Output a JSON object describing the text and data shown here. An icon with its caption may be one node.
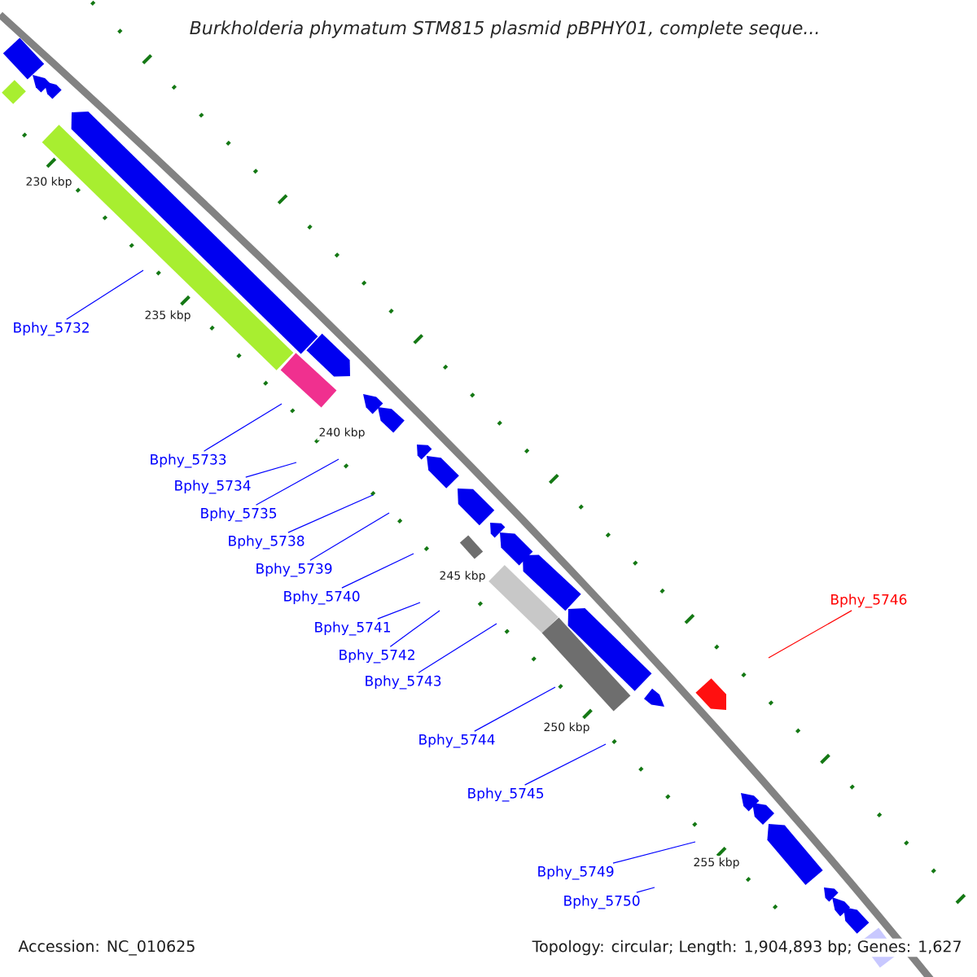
{
  "diagram": {
    "title": "*Burkholderia phymatum* STM815 plasmid pBPHY01, complete seque...",
    "nodes": [
      {
        "text": [
          "Bphy_5732"
        ]
      },
      {
        "text": [
          "Bphy_5733"
        ]
      },
      {
        "text": [
          "Bphy_5734"
        ]
      },
      {
        "text": [
          "Bphy_5735"
        ]
      },
      {
        "text": [
          "Bphy_5738"
        ]
      },
      {
        "text": [
          "Bphy_5739"
        ]
      },
      {
        "text": [
          "Bphy_5740"
        ]
      },
      {
        "text": [
          "Bphy_5741"
        ]
      },
      {
        "text": [
          "Bphy_5742"
        ]
      },
      {
        "text": [
          "Bphy_5743"
        ]
      },
      {
        "text": [
          "Bphy_5744"
        ]
      },
      {
        "text": [
          "Bphy_5745"
        ]
      },
      {
        "text": [
          "Bphy_5749"
        ]
      },
      {
        "text": [
          "Bphy_5750"
        ]
      },
      {
        "text": [
          "Bphy_5746"
        ]
      }
    ],
    "edges": [
      {
        "from": 0,
        "to": null,
        "arrow": "none"
      },
      {
        "from": 1,
        "to": null,
        "arrow": "none"
      },
      {
        "from": 2,
        "to": null,
        "arrow": "none"
      },
      {
        "from": 3,
        "to": null,
        "arrow": "none"
      },
      {
        "from": 4,
        "to": null,
        "arrow": "none"
      },
      {
        "from": 5,
        "to": null,
        "arrow": "none"
      },
      {
        "from": 6,
        "to": null,
        "arrow": "none"
      },
      {
        "from": 7,
        "to": null,
        "arrow": "none"
      },
      {
        "from": 8,
        "to": null,
        "arrow": "none"
      },
      {
        "from": 9,
        "to": null,
        "arrow": "none"
      },
      {
        "from": 10,
        "to": null,
        "arrow": "none"
      },
      {
        "from": 11,
        "to": null,
        "arrow": "none"
      },
      {
        "from": 12,
        "to": null,
        "arrow": "none"
      },
      {
        "from": 13,
        "to": null,
        "arrow": "none"
      },
      {
        "from": 14,
        "to": null,
        "arrow": "none",
        "color": "#ff0000"
      }
    ],
    "labels": [
      "230 kbp",
      "235 kbp",
      "240 kbp",
      "245 kbp",
      "250 kbp",
      "255 kbp",
      "Accession: NC_010625",
      "Topology: circular; Length: 1,904,893 bp; Genes: 1,627"
    ]
  }
}
